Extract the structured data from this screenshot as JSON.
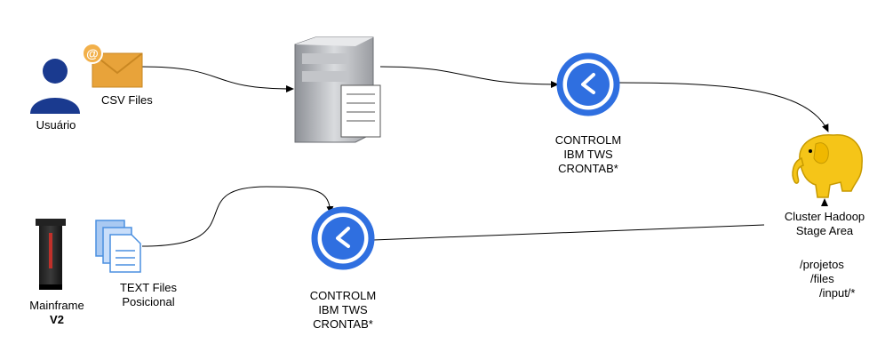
{
  "user": {
    "label": "Usuário"
  },
  "csv": {
    "label": "CSV Files"
  },
  "scheduler_top": {
    "lines": [
      "CONTROLM",
      "IBM TWS",
      "CRONTAB*"
    ]
  },
  "scheduler_bottom": {
    "lines": [
      "CONTROLM",
      "IBM TWS",
      "CRONTAB*"
    ]
  },
  "hadoop": {
    "lines": [
      "Cluster Hadoop",
      "Stage Area"
    ]
  },
  "paths": [
    "/projetos",
    "/files",
    "/input/*"
  ],
  "mainframe": {
    "label": "Mainframe",
    "version": "V2"
  },
  "textfiles": {
    "lines": [
      "TEXT Files",
      "Posicional"
    ]
  },
  "colors": {
    "user": "#1a3a8f",
    "envelope": "#e8a33a",
    "clock": "#2f6fe0",
    "hadoop": "#f5c518",
    "doc": "#4a8fe0"
  }
}
